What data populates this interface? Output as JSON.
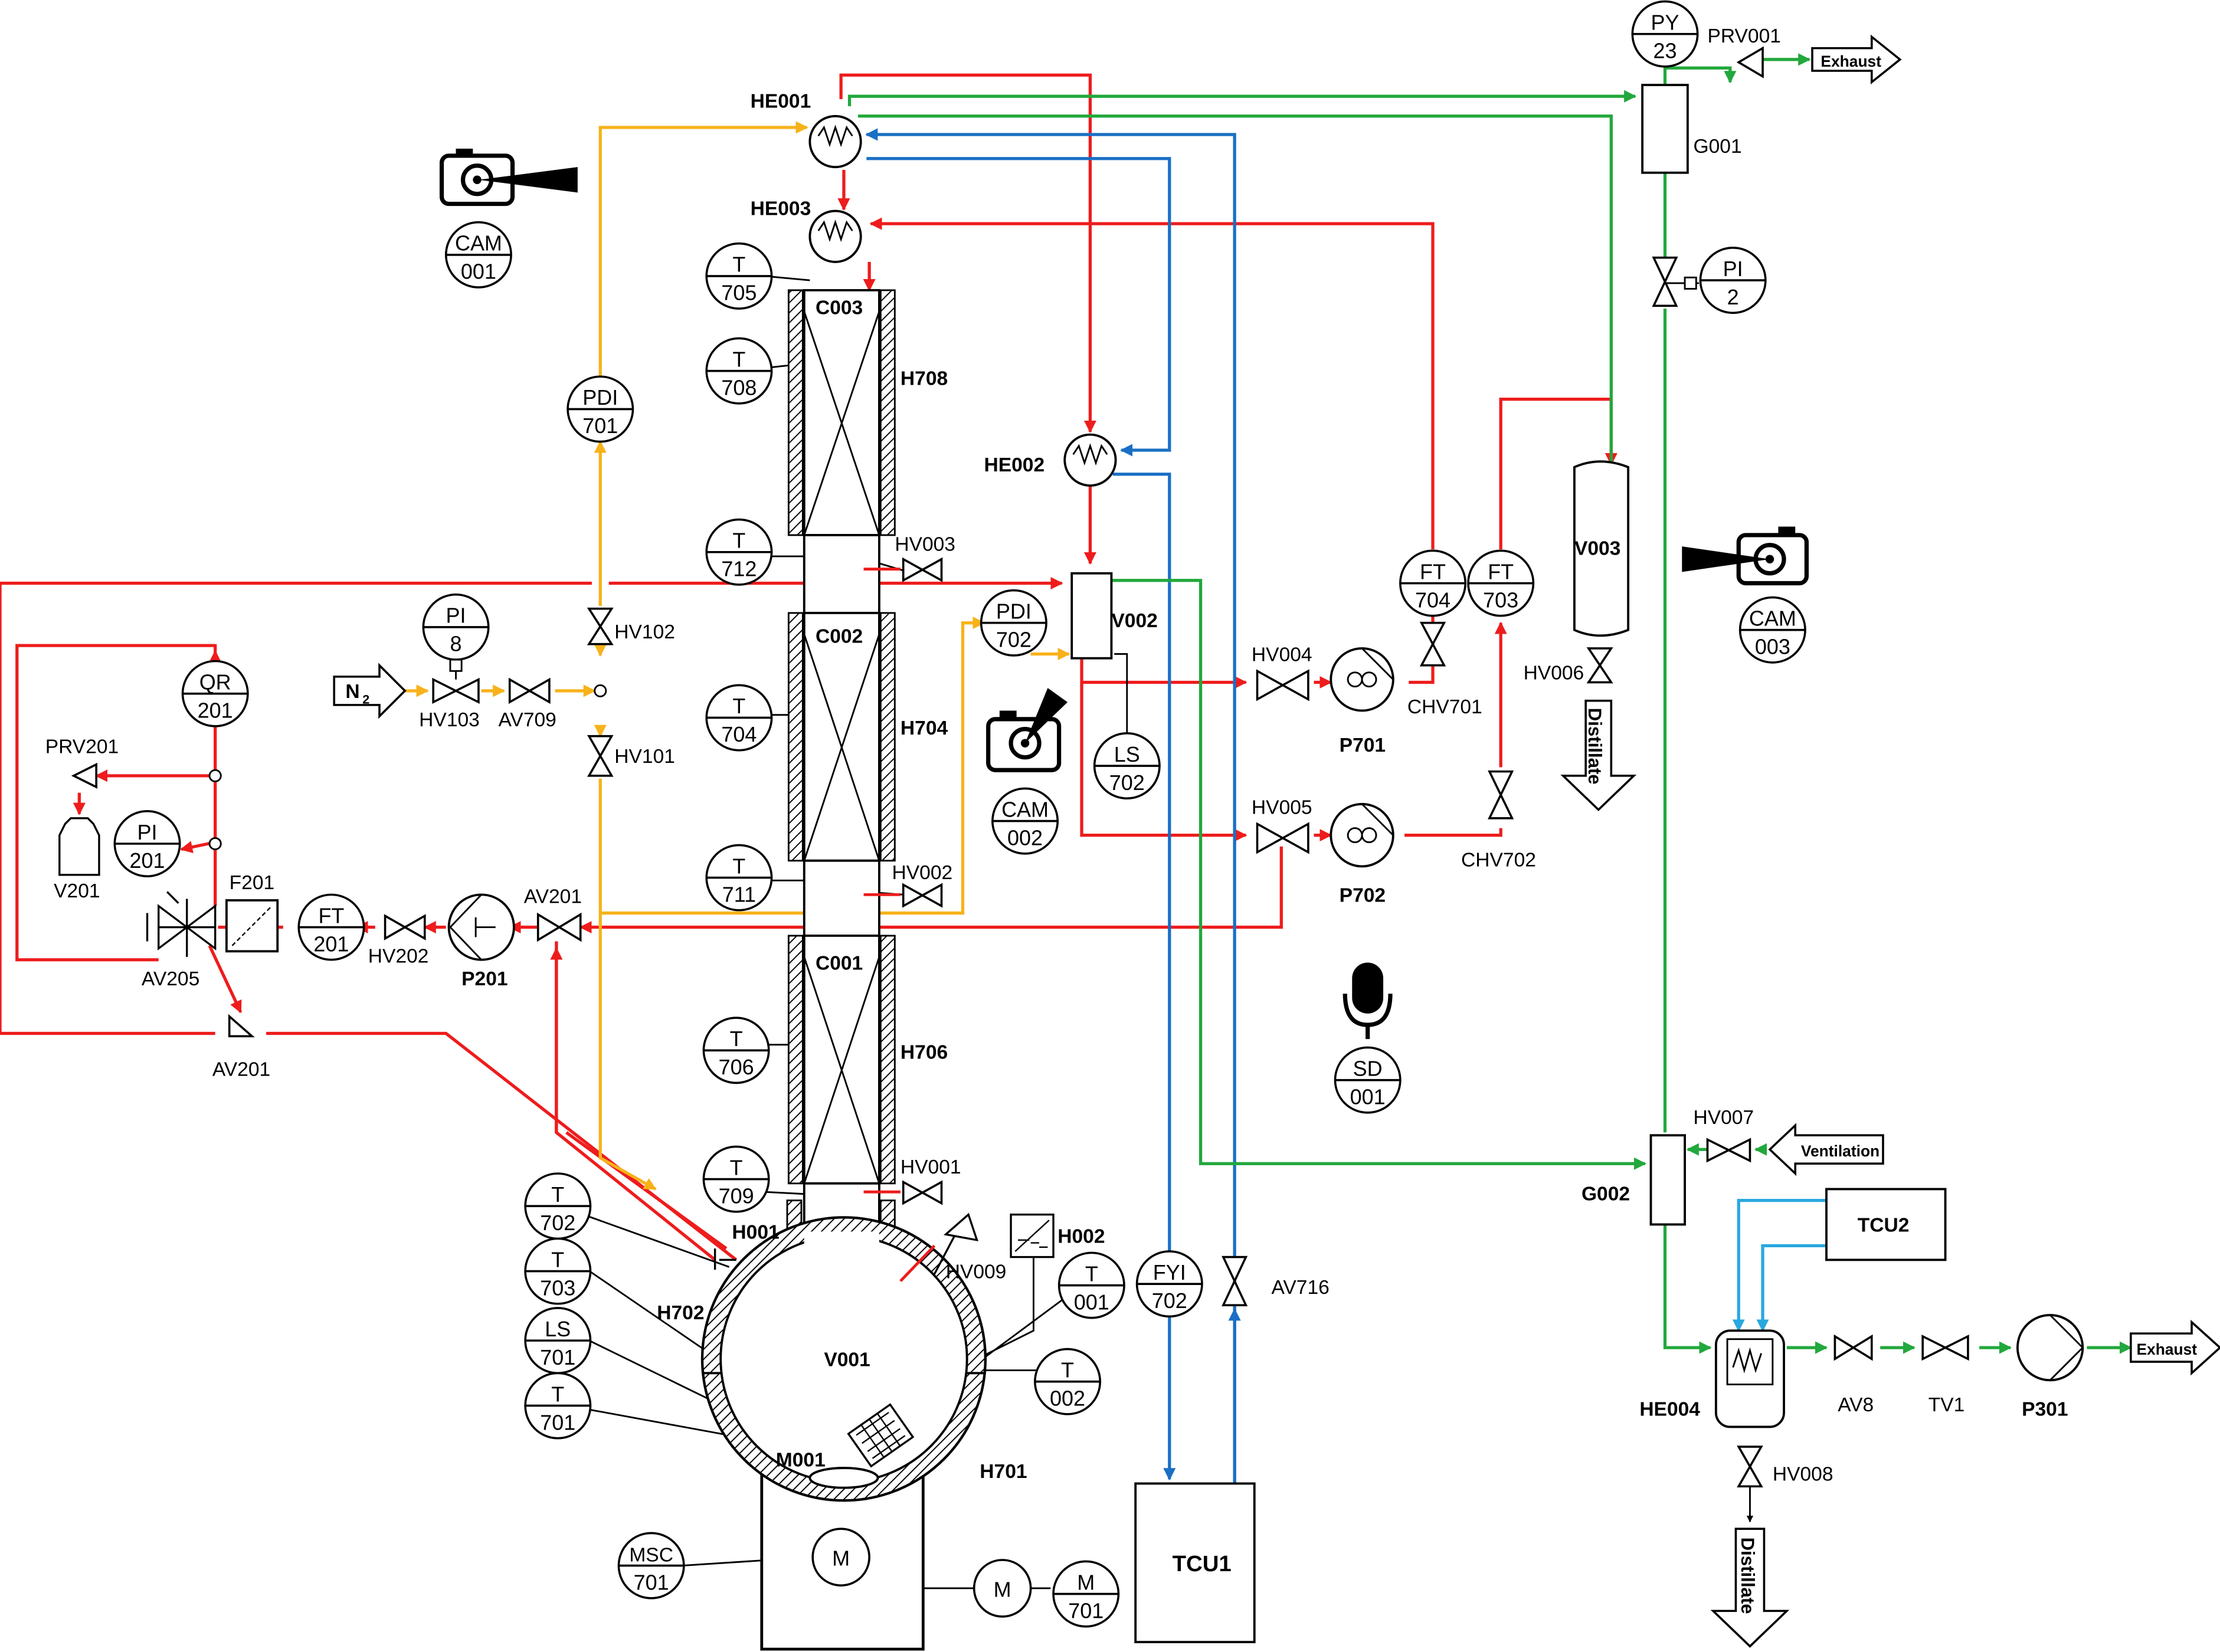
{
  "colors": {
    "hot": "#ee1c1c",
    "cooling": "#1a6fc4",
    "cooling_light": "#29a8e0",
    "gas": "#22a83c",
    "nitrogen": "#f7b21a",
    "line": "#000000"
  },
  "instruments": [
    {
      "id": "cam001",
      "top": "CAM",
      "bottom": "001"
    },
    {
      "id": "pdi701",
      "top": "PDI",
      "bottom": "701"
    },
    {
      "id": "t705",
      "top": "T",
      "bottom": "705"
    },
    {
      "id": "t708",
      "top": "T",
      "bottom": "708"
    },
    {
      "id": "t712",
      "top": "T",
      "bottom": "712"
    },
    {
      "id": "t704",
      "top": "T",
      "bottom": "704"
    },
    {
      "id": "t711",
      "top": "T",
      "bottom": "711"
    },
    {
      "id": "t706",
      "top": "T",
      "bottom": "706"
    },
    {
      "id": "t709",
      "top": "T",
      "bottom": "709"
    },
    {
      "id": "t702",
      "top": "T",
      "bottom": "702"
    },
    {
      "id": "t703",
      "top": "T",
      "bottom": "703"
    },
    {
      "id": "ls701",
      "top": "LS",
      "bottom": "701"
    },
    {
      "id": "t701",
      "top": "T",
      "bottom": "701"
    },
    {
      "id": "msc701",
      "top": "MSC",
      "bottom": "701"
    },
    {
      "id": "m701",
      "top": "M",
      "bottom": "701"
    },
    {
      "id": "t001",
      "top": "T",
      "bottom": "001"
    },
    {
      "id": "t002",
      "top": "T",
      "bottom": "002"
    },
    {
      "id": "fyi702",
      "top": "FYI",
      "bottom": "702"
    },
    {
      "id": "pi8",
      "top": "PI",
      "bottom": "8"
    },
    {
      "id": "qr201",
      "top": "QR",
      "bottom": "201"
    },
    {
      "id": "pi201",
      "top": "PI",
      "bottom": "201"
    },
    {
      "id": "ft201",
      "top": "FT",
      "bottom": "201"
    },
    {
      "id": "pdi702",
      "top": "PDI",
      "bottom": "702"
    },
    {
      "id": "ls702",
      "top": "LS",
      "bottom": "702"
    },
    {
      "id": "cam002",
      "top": "CAM",
      "bottom": "002"
    },
    {
      "id": "ft704",
      "top": "FT",
      "bottom": "704"
    },
    {
      "id": "ft703",
      "top": "FT",
      "bottom": "703"
    },
    {
      "id": "sd001",
      "top": "SD",
      "bottom": "001"
    },
    {
      "id": "cam003",
      "top": "CAM",
      "bottom": "003"
    },
    {
      "id": "py23",
      "top": "PY",
      "bottom": "23"
    },
    {
      "id": "pi2",
      "top": "PI",
      "bottom": "2"
    }
  ],
  "labels": {
    "he001": "HE001",
    "he003": "HE003",
    "he002": "HE002",
    "he004": "HE004",
    "c003": "C003",
    "c002": "C002",
    "c001": "C001",
    "h708": "H708",
    "h704": "H704",
    "h706": "H706",
    "h702": "H702",
    "h701": "H701",
    "h001": "H001",
    "h002": "H002",
    "hv003": "HV003",
    "hv002": "HV002",
    "hv001": "HV001",
    "hv009": "HV009",
    "hv102": "HV102",
    "hv101": "HV101",
    "hv103": "HV103",
    "av709": "AV709",
    "hv004": "HV004",
    "hv005": "HV005",
    "hv006": "HV006",
    "hv007": "HV007",
    "hv008": "HV008",
    "hv202": "HV202",
    "chv701": "CHV701",
    "chv702": "CHV702",
    "p701": "P701",
    "p702": "P702",
    "p201": "P201",
    "p301": "P301",
    "v001": "V001",
    "v002": "V002",
    "v003": "V003",
    "v201": "V201",
    "m001": "M001",
    "m": "M",
    "tcu1": "TCU1",
    "tcu2": "TCU2",
    "g001": "G001",
    "g002": "G002",
    "prv001": "PRV001",
    "prv201": "PRV201",
    "av201a": "AV201",
    "av201b": "AV201",
    "av205": "AV205",
    "av716": "AV716",
    "av8": "AV8",
    "tv1": "TV1",
    "f201": "F201",
    "n2": "N",
    "n2_sub": "2",
    "exhaust1": "Exhaust",
    "exhaust2": "Exhaust",
    "ventilation": "Ventilation",
    "distillate1": "Distillate",
    "distillate2": "Distillate"
  }
}
